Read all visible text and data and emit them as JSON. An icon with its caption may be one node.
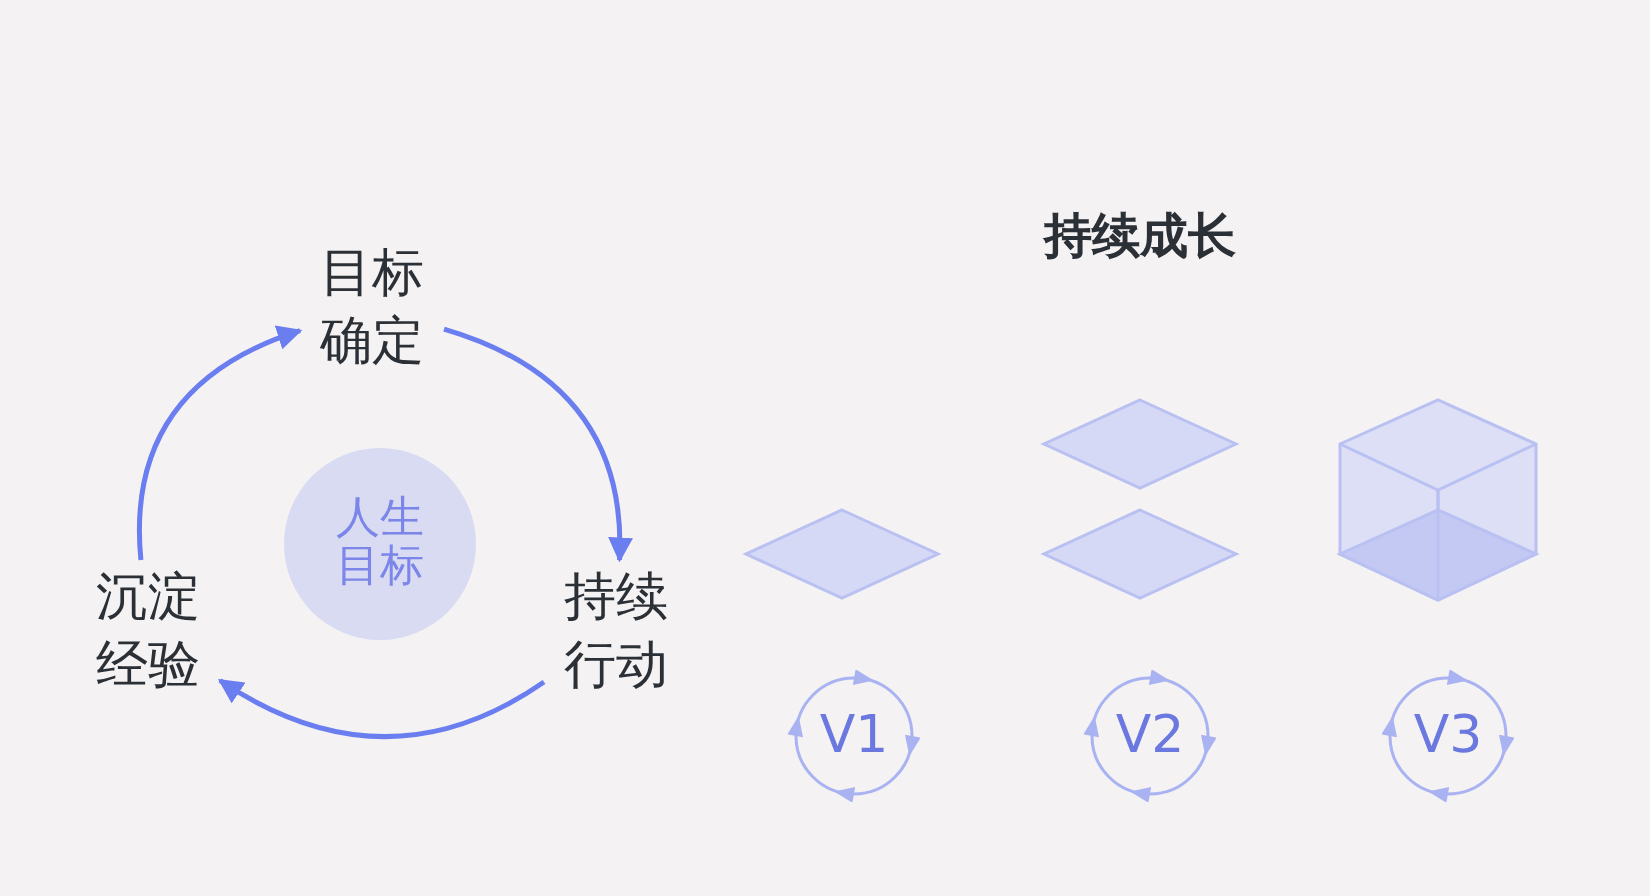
{
  "diagram": {
    "title": "持续成长",
    "nodes": [
      {
        "text": [
          "目标确定"
        ]
      },
      {
        "text": [
          "持续行动"
        ]
      },
      {
        "text": [
          "沉淀经验"
        ]
      },
      {
        "text": [
          "人生目标"
        ]
      },
      {
        "text": [
          "V1"
        ]
      },
      {
        "text": [
          "V2"
        ]
      },
      {
        "text": [
          "V3"
        ]
      }
    ],
    "edges": [
      {
        "from": 0,
        "to": 1,
        "arrow": "to"
      },
      {
        "from": 1,
        "to": 2,
        "arrow": "to"
      },
      {
        "from": 2,
        "to": 0,
        "arrow": "to"
      }
    ]
  }
}
